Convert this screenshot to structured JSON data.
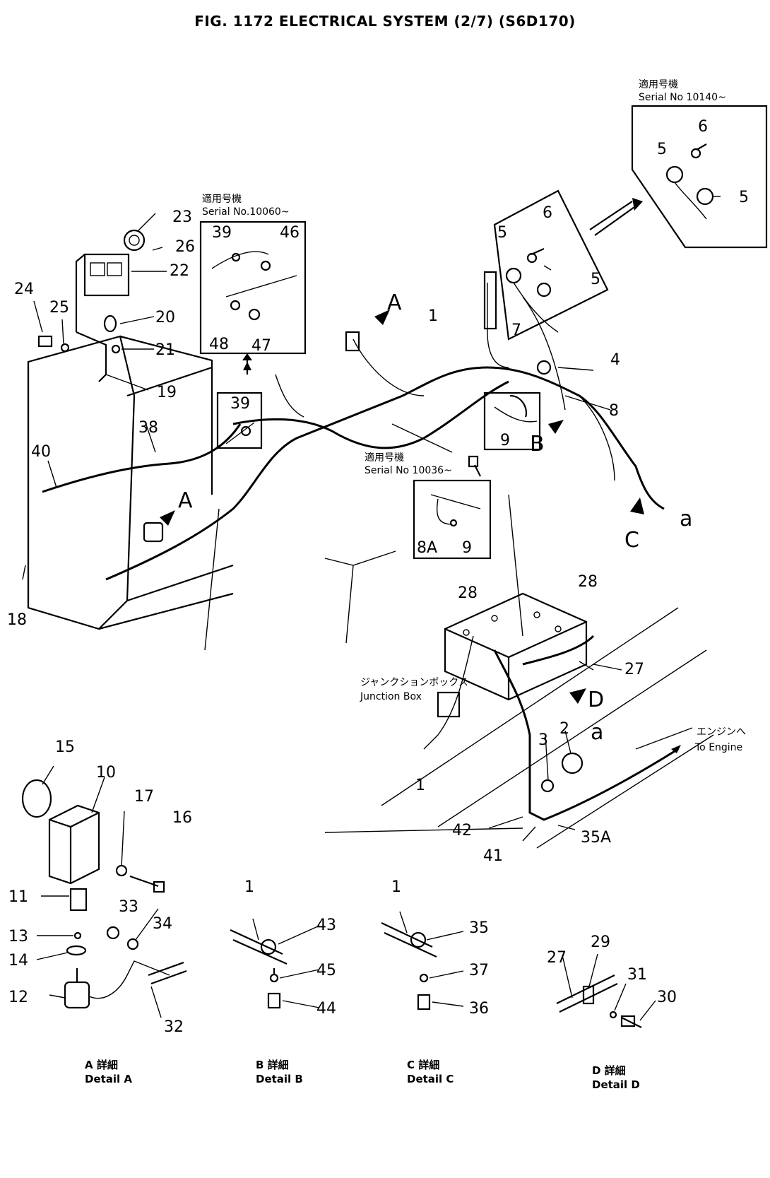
{
  "title": "FIG. 1172   ELECTRICAL SYSTEM (2/7) (S6D170)",
  "insets": {
    "serial_10140": {
      "jp": "適用号機",
      "en": "Serial No 10140~"
    },
    "serial_10060": {
      "jp": "適用号機",
      "en": "Serial No.10060~"
    },
    "serial_10036": {
      "jp": "適用号機",
      "en": "Serial No 10036~"
    }
  },
  "junction_box": {
    "jp": "ジャンクションボックス",
    "en": "Junction Box"
  },
  "to_engine": {
    "jp": "エンジンへ",
    "en": "To Engine"
  },
  "views": {
    "a": "A",
    "b": "B",
    "c": "C",
    "d": "D",
    "lower_a": "a"
  },
  "details": {
    "a": {
      "jp": "A 詳細",
      "en": "Detail A"
    },
    "b": {
      "jp": "B 詳細",
      "en": "Detail B"
    },
    "c": {
      "jp": "C 詳細",
      "en": "Detail C"
    },
    "d": {
      "jp": "D 詳細",
      "en": "Detail D"
    }
  },
  "callouts": {
    "c1a": "1",
    "c1b": "1",
    "c1c": "1",
    "c1d": "1",
    "c2": "2",
    "c3": "3",
    "c4": "4",
    "c5a": "5",
    "c5b": "5",
    "c5c": "5",
    "c5d": "5",
    "c6a": "6",
    "c6b": "6",
    "c7": "7",
    "c8": "8",
    "c8a": "8A",
    "c9a": "9",
    "c9b": "9",
    "c10": "10",
    "c11": "11",
    "c12": "12",
    "c13": "13",
    "c14": "14",
    "c15": "15",
    "c16": "16",
    "c17": "17",
    "c18": "18",
    "c19": "19",
    "c20": "20",
    "c21": "21",
    "c22": "22",
    "c23": "23",
    "c24": "24",
    "c25": "25",
    "c26": "26",
    "c27a": "27",
    "c27b": "27",
    "c28a": "28",
    "c28b": "28",
    "c29": "29",
    "c30": "30",
    "c31": "31",
    "c32": "32",
    "c33": "33",
    "c34": "34",
    "c35": "35",
    "c35a": "35A",
    "c36": "36",
    "c37": "37",
    "c38": "38",
    "c39a": "39",
    "c39b": "39",
    "c40": "40",
    "c41": "41",
    "c42": "42",
    "c43": "43",
    "c44": "44",
    "c45": "45",
    "c46": "46",
    "c47": "47",
    "c48": "48"
  }
}
